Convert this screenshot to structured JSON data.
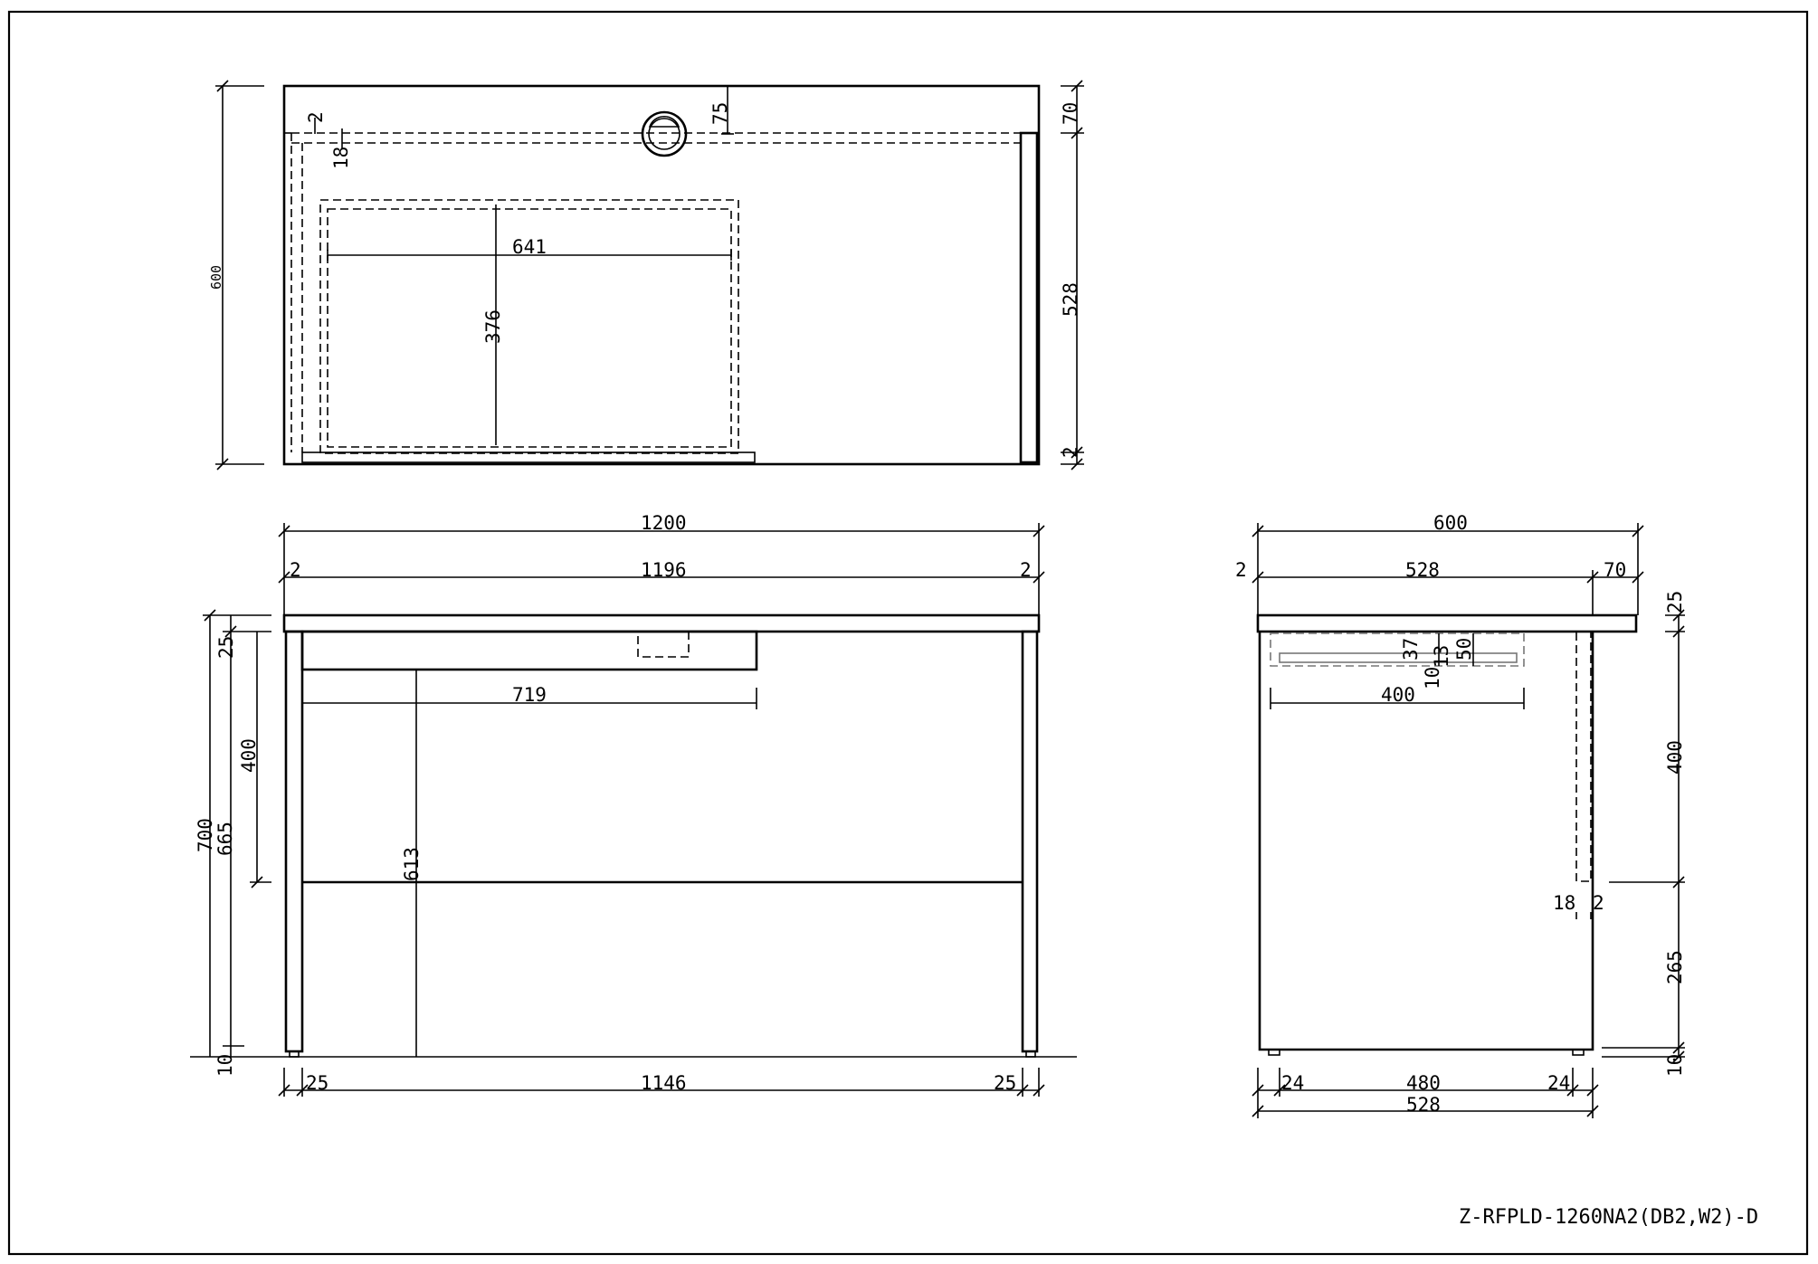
{
  "drawing_code": "Z-RFPLD-1260NA2(DB2,W2)-D",
  "top_view": {
    "dims": {
      "overall_depth": "600",
      "back_gap": "70",
      "side_depth": "528",
      "front_gap": "2",
      "grommet_offset": "75",
      "inner_gap": "2",
      "panel_thickness": "18",
      "drawer_width": "641",
      "drawer_depth": "376"
    }
  },
  "front_view": {
    "dims": {
      "overall_width": "1200",
      "left_gap": "2",
      "inner_width": "1196",
      "right_gap": "2",
      "top_thickness": "25",
      "drawer_depth": "400",
      "overall_height": "700",
      "leg_height": "665",
      "floor_gap": "10",
      "drawer_width": "719",
      "knee_height": "613",
      "leg_left": "25",
      "leg_span": "1146",
      "leg_right": "25"
    }
  },
  "side_view": {
    "dims": {
      "overall_depth": "600",
      "left_gap": "2",
      "frame_depth": "528",
      "overhang": "70",
      "top_thickness": "25",
      "drawer_h1": "37",
      "drawer_h2": "10",
      "drawer_h3": "13",
      "drawer_h4": "50",
      "drawer_depth": "400",
      "modesty_height": "400",
      "panel_thickness": "18",
      "panel_gap": "2",
      "clearance": "265",
      "floor_gap": "10",
      "leg_front": "24",
      "leg_span": "480",
      "leg_back": "24",
      "base_depth": "528"
    }
  }
}
